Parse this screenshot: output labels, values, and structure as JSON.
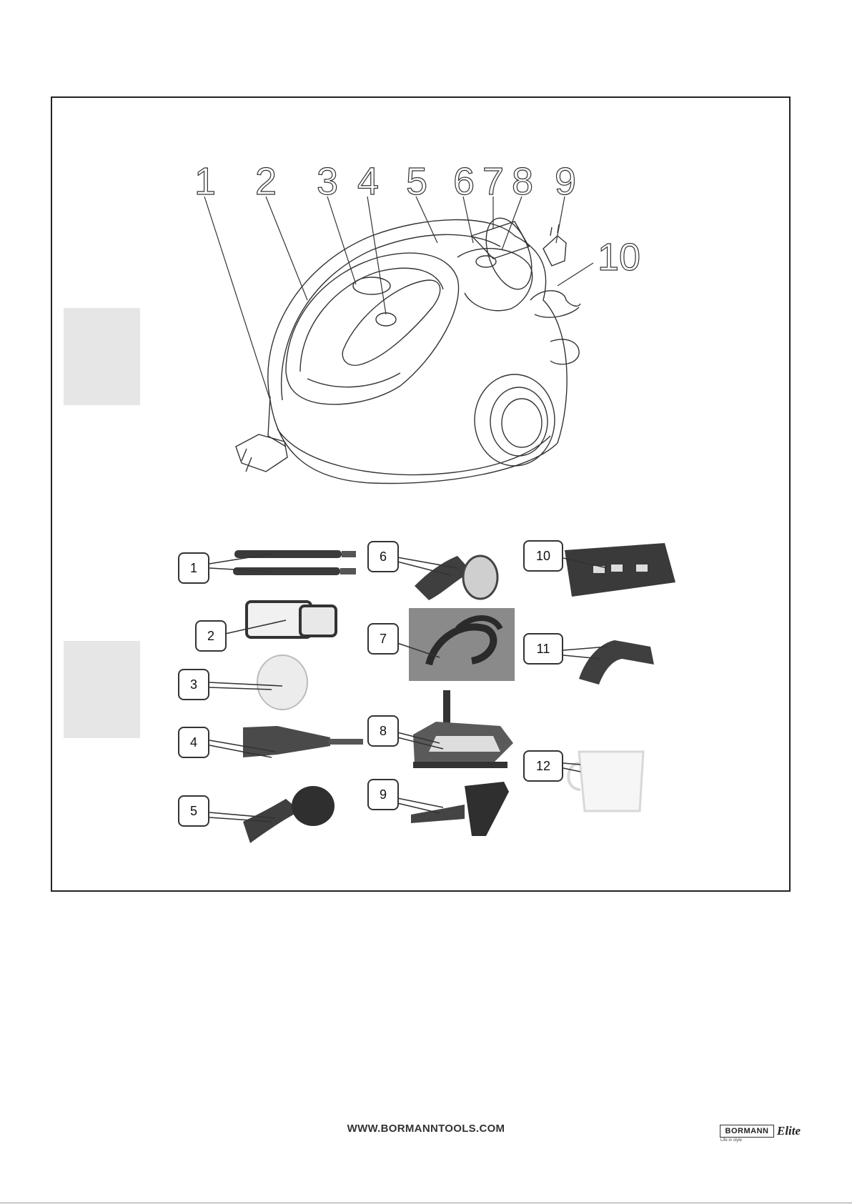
{
  "diagram_labels": [
    "1",
    "2",
    "3",
    "4",
    "5",
    "6",
    "7",
    "8",
    "9",
    "10"
  ],
  "accessory_callouts": [
    "1",
    "2",
    "3",
    "4",
    "5",
    "6",
    "7",
    "8",
    "9",
    "10",
    "11",
    "12"
  ],
  "footer": {
    "website": "WWW.BORMANNTOOLS.COM",
    "logo_wordmark": "BORMANN",
    "logo_elite": "Elite",
    "logo_tagline": "Life in style"
  }
}
